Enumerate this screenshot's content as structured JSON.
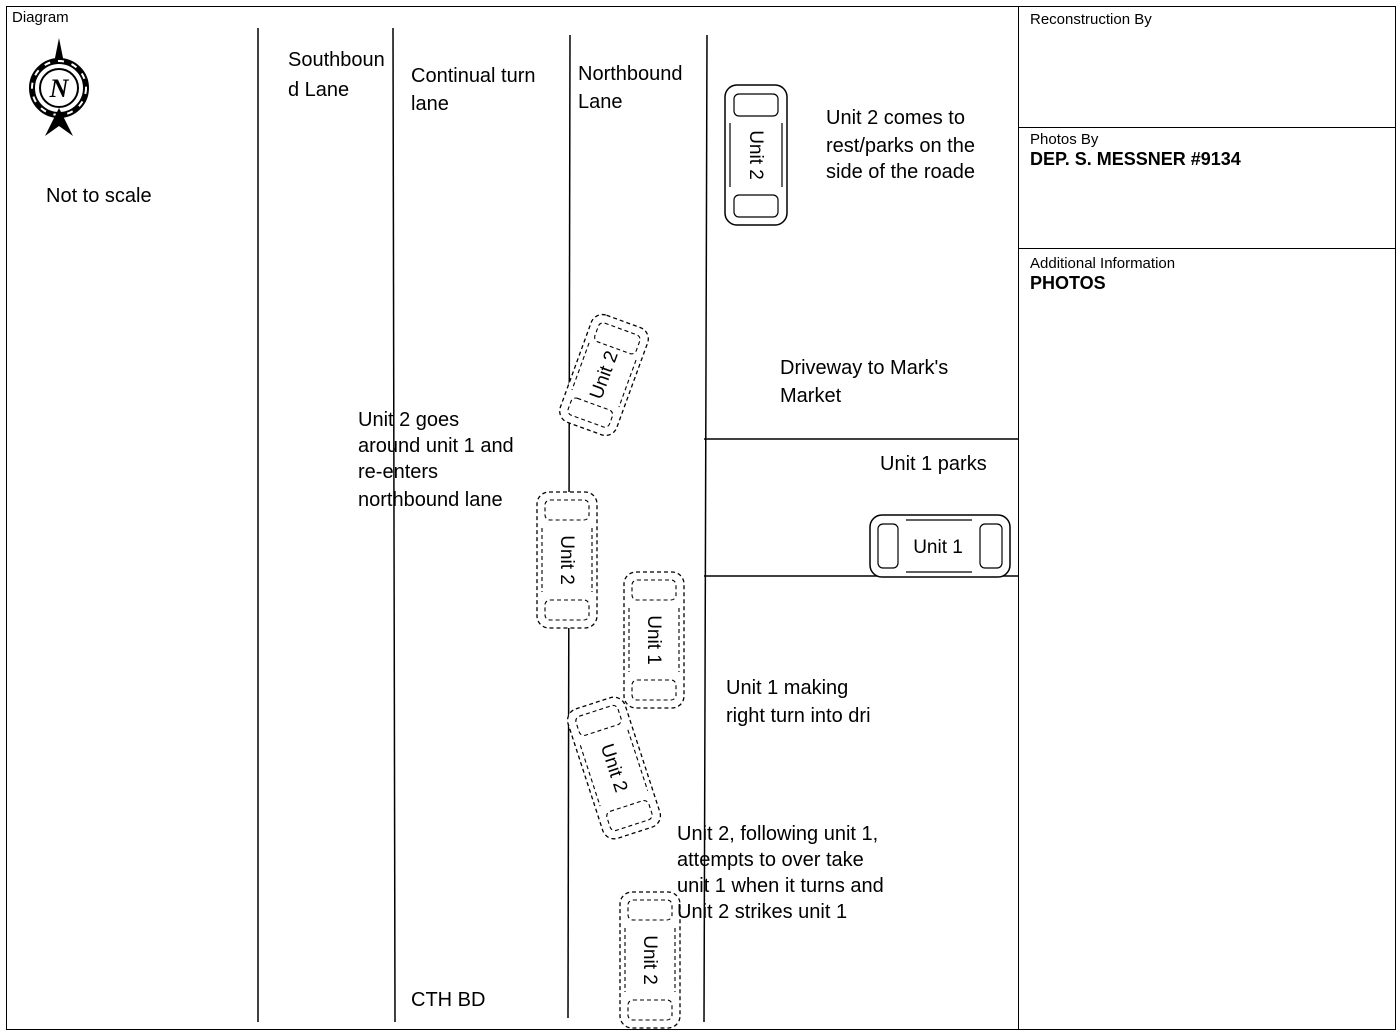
{
  "diagram": {
    "title": "Diagram",
    "scale_note": "Not to scale",
    "compass_letter": "N",
    "lanes": {
      "southbound": [
        "Southboun",
        "d Lane"
      ],
      "turn": [
        "Continual turn",
        "lane"
      ],
      "northbound": [
        "Northbound",
        "Lane"
      ]
    },
    "road_name": "CTH BD",
    "driveway": [
      "Driveway to Mark's",
      "Market"
    ],
    "annotations": {
      "unit2_rest": [
        "Unit 2 comes to",
        "rest/parks on the",
        "side of the roade"
      ],
      "unit2_around": [
        "Unit 2 goes",
        "around unit 1 and",
        "re-enters",
        "northbound lane"
      ],
      "unit1_parks": "Unit 1 parks",
      "unit1_turn": [
        "Unit 1 making",
        "right turn into dri"
      ],
      "unit2_following": [
        "Unit 2, following unit 1,",
        "attempts to over take",
        "unit 1 when it turns and",
        "Unit 2 strikes unit 1"
      ]
    },
    "unit1_label": "Unit 1",
    "unit2_label": "Unit 2"
  },
  "side_panel": {
    "reconstruction_label": "Reconstruction By",
    "reconstruction_value": "",
    "photos_label": "Photos By",
    "photos_value": "DEP. S. MESSNER #9134",
    "additional_label": "Additional Information",
    "additional_value": "PHOTOS"
  },
  "icons": {
    "compass": "north-arrow-icon"
  }
}
